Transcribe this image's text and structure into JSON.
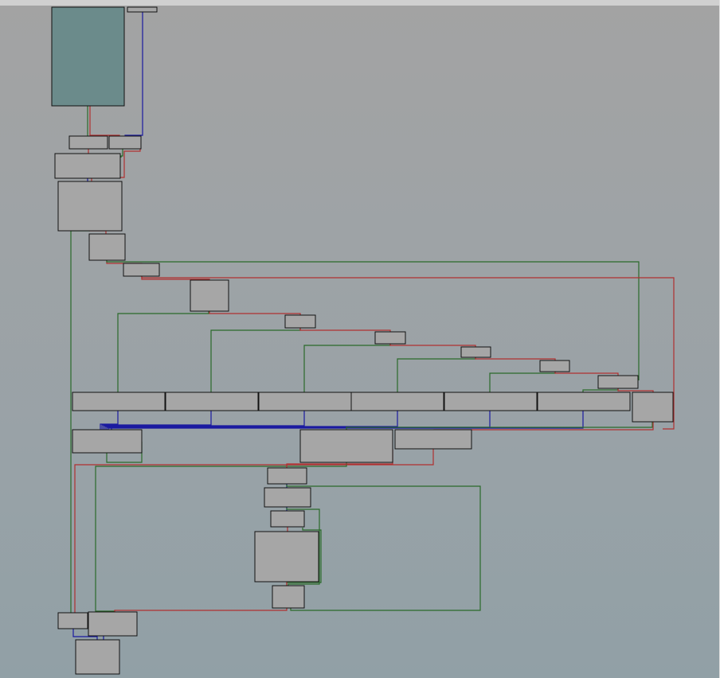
{
  "graph": {
    "colors": {
      "background_top": "#a3a3a3",
      "background_bottom": "#91a0a6",
      "node_fill": "#a6a6a6",
      "node_border": "#111111",
      "entry_fill": "#6b8b8b",
      "entry_border": "#8b4513",
      "edge_true": "#2a6a2a",
      "edge_false": "#b03030",
      "edge_unconditional": "#1a1aa0"
    },
    "edge_kinds": [
      "true",
      "false",
      "unconditional"
    ],
    "node_count": 36
  }
}
